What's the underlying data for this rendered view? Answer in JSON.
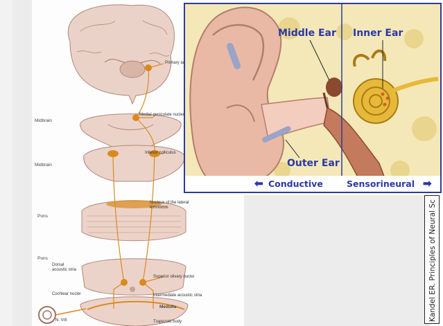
{
  "pathway": {
    "regions": {
      "midbrain_1": "Midbrain",
      "midbrain_2": "Midbrain",
      "pons_1": "Pons",
      "pons_2": "Pons",
      "medulla": "Medulla"
    },
    "labels": {
      "primary_auditory_cortex": "Primary auditory cortex",
      "medial_geniculate": "Medial geniculate nucleus",
      "inferior_colliculus": "Inferior colliculus",
      "lateral_lemniscus": "Nucleus of the lateral lemniscus",
      "superior_olivary": "Superior olivary nuclei",
      "dorsal_acoustic_stria": "Dorsal acoustic stria",
      "intermediate_acoustic_stria": "Intermediate acoustic stria",
      "cochlear_nuclei": "Cochlear nuclei",
      "nerve": "N. VIII",
      "trapezoid_body": "Trapezoid body"
    }
  },
  "ear": {
    "middle_ear": "Middle Ear",
    "inner_ear": "Inner Ear",
    "outer_ear": "Outer Ear",
    "conductive": "Conductive",
    "sensorineural": "Sensorineural"
  },
  "citation": "Kandel ER. Principles of Neural Sc",
  "colors": {
    "label_blue": "#2b38a8",
    "pathway_orange": "#d98a1f",
    "tissue_pink": "#e8c3b6"
  }
}
